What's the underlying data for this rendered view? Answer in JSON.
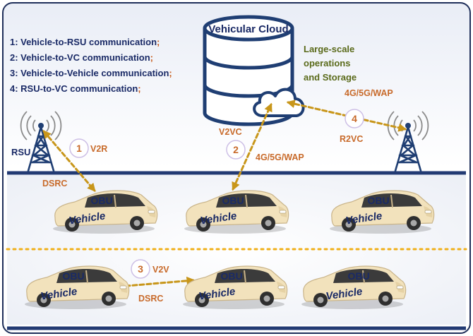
{
  "legend": [
    {
      "text": "1: Vehicle-to-RSU communication",
      "semi": ";"
    },
    {
      "text": "2: Vehicle-to-VC communication",
      "semi": ";"
    },
    {
      "text": "3: Vehicle-to-Vehicle communication",
      "semi": ";"
    },
    {
      "text": "4: RSU-to-VC communication",
      "semi": ";"
    }
  ],
  "cloud": {
    "title": "Vehicular Cloud",
    "label_lines": [
      "Large-scale",
      "operations",
      "and Storage"
    ]
  },
  "links": {
    "v2r": {
      "number": "1",
      "label": "V2R",
      "medium": "DSRC"
    },
    "v2vc": {
      "number": "2",
      "label": "V2VC",
      "medium": "4G/5G/WAP"
    },
    "v2v": {
      "number": "3",
      "label": "V2V",
      "medium": "DSRC"
    },
    "r2vc": {
      "number": "4",
      "label": "R2VC",
      "medium": "4G/5G/WAP"
    }
  },
  "rsu_label": "RSU",
  "vehicle": {
    "obu_label": "OBU",
    "name": "Vehicle"
  },
  "colors": {
    "road": "#223a73",
    "arrow": "#c8961a",
    "car_body": "#f2e2bc",
    "text_navy": "#1a2a66",
    "text_orange": "#c86a2a",
    "text_olive": "#5a6a1a"
  }
}
